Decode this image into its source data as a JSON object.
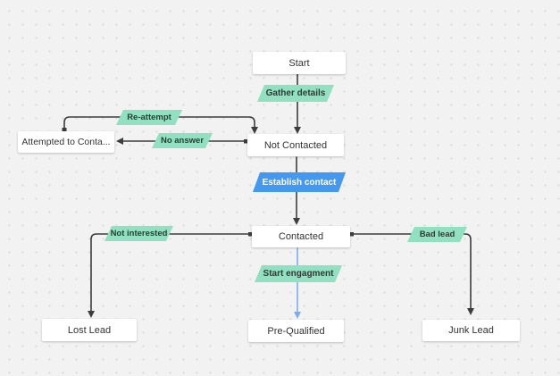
{
  "app": {
    "type": "flowchart-canvas"
  },
  "colors": {
    "canvas_bg": "#f2f2f2",
    "grid_dot": "#d9d9d9",
    "connector": "#3d3d3d",
    "connector_active": "#7aaef2",
    "shape_green": "#90e0c1",
    "shape_blue": "#4598f0",
    "shape_text_dark": "#2e3b36",
    "shape_text_light": "#ffffff",
    "node_text": "#333333"
  },
  "nodes": {
    "start": {
      "label": "Start"
    },
    "attempted_to_contact": {
      "label": "Attempted to Conta..."
    },
    "not_contacted": {
      "label": "Not Contacted"
    },
    "contacted": {
      "label": "Contacted"
    },
    "lost_lead": {
      "label": "Lost Lead"
    },
    "pre_qualified": {
      "label": "Pre-Qualified"
    },
    "junk_lead": {
      "label": "Junk Lead"
    }
  },
  "edge_labels": {
    "gather_details": {
      "label": "Gather details",
      "style": "green"
    },
    "re_attempt": {
      "label": "Re-attempt",
      "style": "green"
    },
    "no_answer": {
      "label": "No answer",
      "style": "green"
    },
    "establish_contact": {
      "label": "Establish contact",
      "style": "blue"
    },
    "not_interested": {
      "label": "Not interested",
      "style": "green"
    },
    "bad_lead": {
      "label": "Bad lead",
      "style": "green"
    },
    "start_engagment": {
      "label": "Start engagment",
      "style": "green"
    }
  },
  "edges": [
    {
      "from": "start",
      "to": "not_contacted",
      "label": "gather_details"
    },
    {
      "from": "attempted_to_contact",
      "to": "not_contacted",
      "label": "re_attempt"
    },
    {
      "from": "not_contacted",
      "to": "attempted_to_contact",
      "label": "no_answer"
    },
    {
      "from": "not_contacted",
      "to": "contacted",
      "label": "establish_contact"
    },
    {
      "from": "contacted",
      "to": "lost_lead",
      "label": "not_interested"
    },
    {
      "from": "contacted",
      "to": "junk_lead",
      "label": "bad_lead"
    },
    {
      "from": "contacted",
      "to": "pre_qualified",
      "label": "start_engagment",
      "highlighted": true
    }
  ]
}
